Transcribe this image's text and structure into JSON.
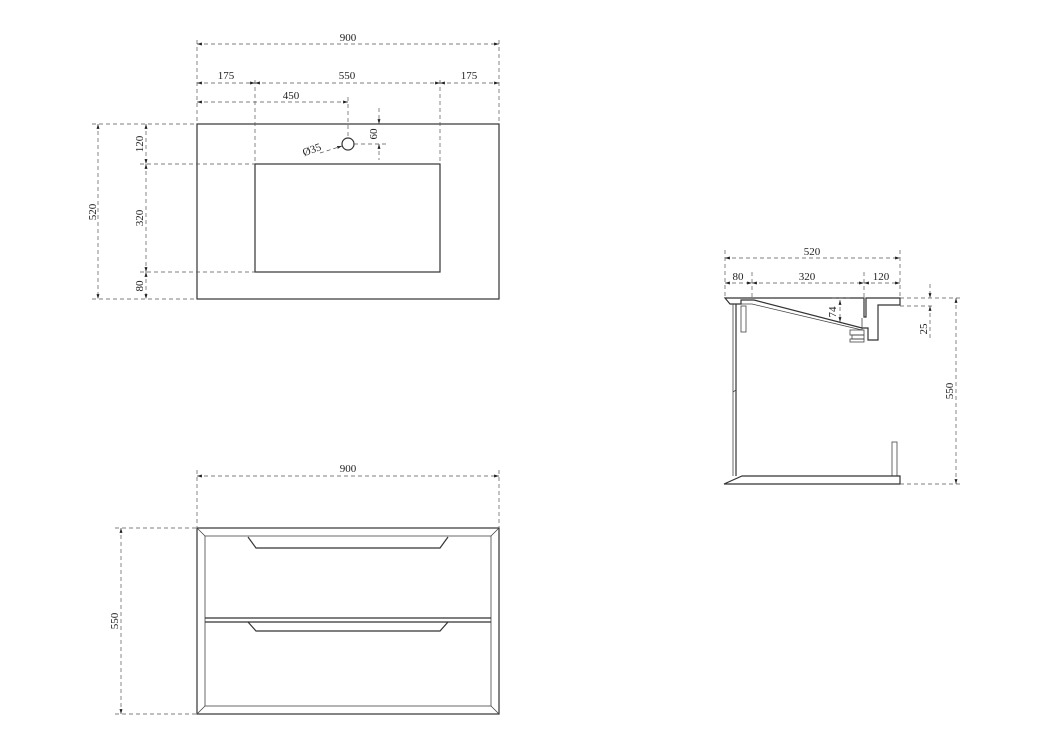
{
  "top_view": {
    "overall_width": "900",
    "left_margin": "175",
    "basin_width": "550",
    "right_margin": "175",
    "tap_offset": "450",
    "tap_from_back": "60",
    "tap_diameter": "Ø35",
    "overall_depth": "520",
    "back_margin": "120",
    "basin_depth": "320",
    "front_margin": "80"
  },
  "front_view": {
    "overall_width": "900",
    "overall_height": "550"
  },
  "side_view": {
    "overall_depth": "520",
    "front_segment": "80",
    "basin_segment": "320",
    "back_segment": "120",
    "basin_drop": "74",
    "top_thickness": "25",
    "overall_height": "550"
  },
  "colors": {
    "outline": "#333333",
    "dimension": "#555555"
  }
}
